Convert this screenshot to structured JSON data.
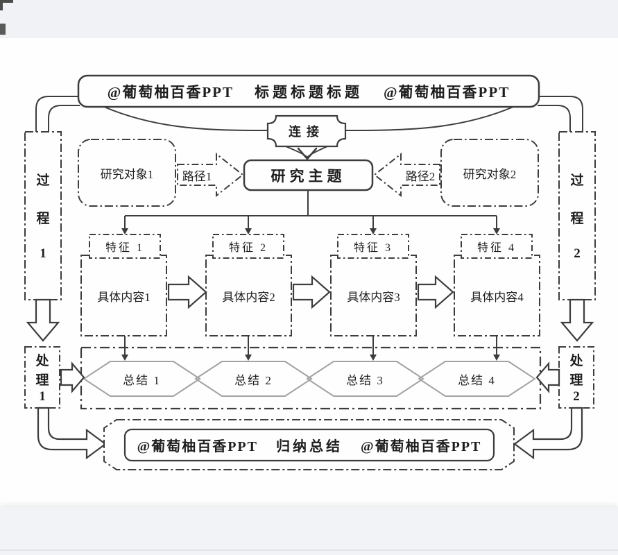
{
  "colors": {
    "ink": "#3d3d3d",
    "shape_gray": "#a2a2a2",
    "paper": "#fefefe",
    "band": "#f0f2f5"
  },
  "header": {
    "credit_left": "@葡萄柚百香PPT",
    "title": "标题标题标题",
    "credit_right": "@葡萄柚百香PPT"
  },
  "link_node": {
    "label": "连接"
  },
  "topic_node": {
    "label": "研究主题"
  },
  "research_objects": [
    {
      "label": "研究对象1"
    },
    {
      "label": "研究对象2"
    }
  ],
  "route_arrows": [
    {
      "label": "路径1"
    },
    {
      "label": "路径2"
    }
  ],
  "process_bars": [
    {
      "chars": [
        "过",
        "程",
        "1"
      ]
    },
    {
      "chars": [
        "过",
        "程",
        "2"
      ]
    }
  ],
  "handler_nodes": [
    {
      "chars": [
        "处",
        "理",
        "1"
      ]
    },
    {
      "chars": [
        "处",
        "理",
        "2"
      ]
    }
  ],
  "feature_columns": [
    {
      "label": "特征 1",
      "content": "具体内容1"
    },
    {
      "label": "特征 2",
      "content": "具体内容2"
    },
    {
      "label": "特征 3",
      "content": "具体内容3"
    },
    {
      "label": "特征 4",
      "content": "具体内容4"
    }
  ],
  "summary_nodes": [
    {
      "label": "总结 1"
    },
    {
      "label": "总结 2"
    },
    {
      "label": "总结 3"
    },
    {
      "label": "总结 4"
    }
  ],
  "footer": {
    "credit_left": "@葡萄柚百香PPT",
    "title": "归纳总结",
    "credit_right": "@葡萄柚百香PPT"
  }
}
